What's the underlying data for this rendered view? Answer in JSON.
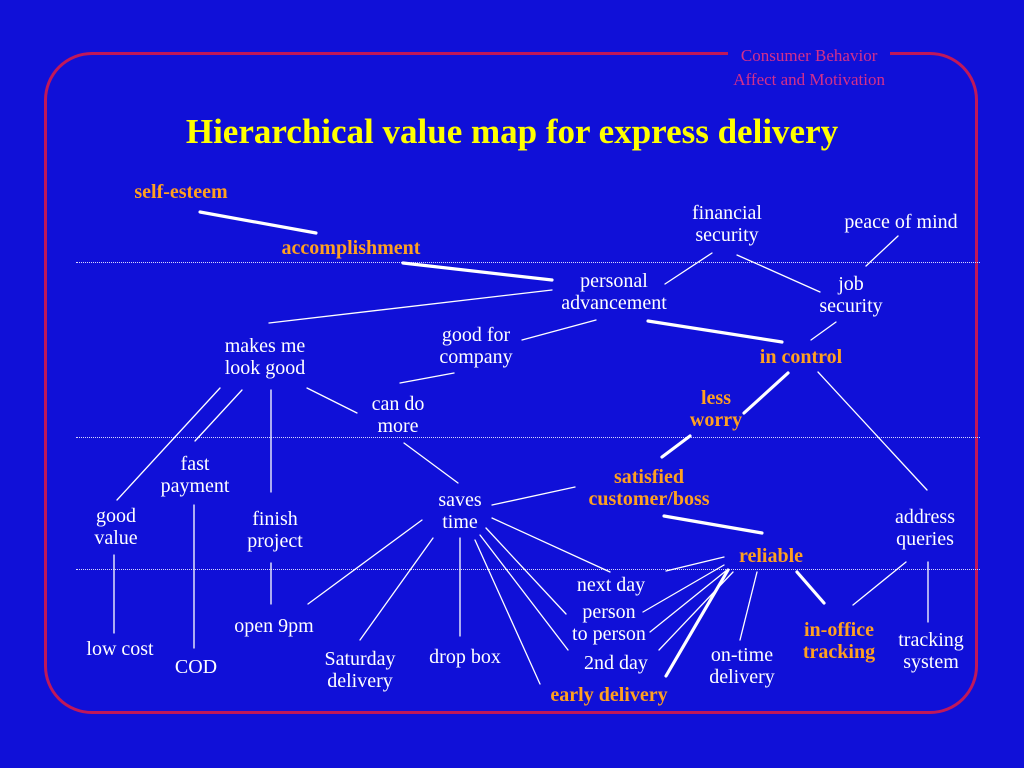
{
  "header": {
    "line1": "Consumer Behavior",
    "line2": "Affect and Motivation"
  },
  "title": "Hierarchical value map for express delivery",
  "colors": {
    "background": "#1010d8",
    "frame": "#c0185a",
    "title": "#ffff00",
    "highlight": "#ffa020",
    "normal": "#ffffff"
  },
  "nodes": {
    "self_esteem": "self-esteem",
    "accomplishment": "accomplishment",
    "financial_security": "financial\nsecurity",
    "peace_of_mind": "peace of mind",
    "personal_advancement": "personal\nadvancement",
    "job_security": "job\nsecurity",
    "makes_me_look_good": "makes me\nlook good",
    "good_for_company": "good for\ncompany",
    "in_control": "in control",
    "can_do_more": "can do\nmore",
    "less_worry": "less\nworry",
    "fast_payment": "fast\npayment",
    "satisfied_customer": "satisfied\ncustomer/boss",
    "saves_time": "saves\ntime",
    "good_value": "good\nvalue",
    "finish_project": "finish\nproject",
    "address_queries": "address\nqueries",
    "reliable": "reliable",
    "next_day": "next day",
    "person_to_person": "person\nto person",
    "open_9pm": "open 9pm",
    "in_office_tracking": "in-office\ntracking",
    "tracking_system": "tracking\nsystem",
    "low_cost": "low cost",
    "on_time_delivery": "on-time\ndelivery",
    "cod": "COD",
    "saturday_delivery": "Saturday\ndelivery",
    "drop_box": "drop box",
    "second_day": "2nd day",
    "early_delivery": "early delivery"
  }
}
